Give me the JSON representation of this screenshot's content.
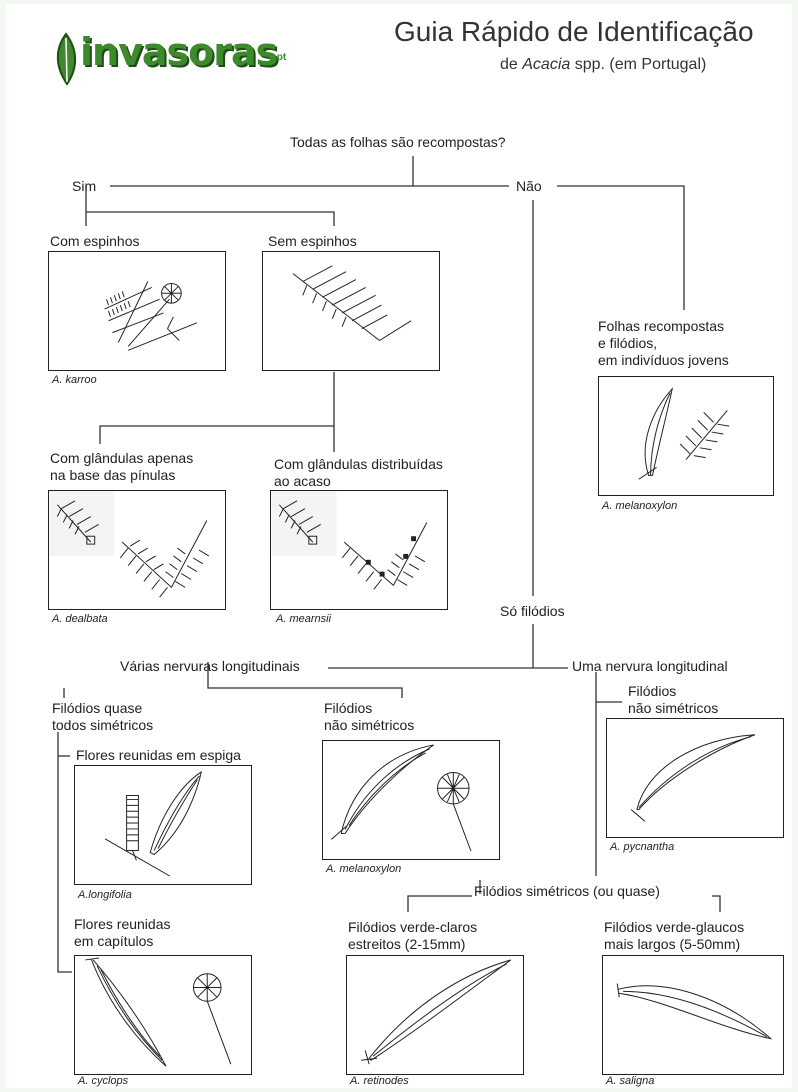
{
  "header": {
    "logo_text": "invasoras",
    "logo_suffix": ".pt",
    "title": "Guia Rápido de Identificação",
    "subtitle_prefix": "de ",
    "subtitle_genus": "Acacia",
    "subtitle_suffix": " spp. (em Portugal)"
  },
  "nodes": {
    "root": "Todas as folhas são recompostas?",
    "sim": "Sim",
    "nao": "Não",
    "com_espinhos": "Com espinhos",
    "sem_espinhos": "Sem espinhos",
    "folhas_recompostas": "Folhas recompostas\ne filódios,\nem indivíduos jovens",
    "glandulas_base": "Com glândulas apenas\nna base das pínulas",
    "glandulas_acaso": "Com glândulas distribuídas\nao acaso",
    "so_filodios": "Só filódios",
    "varias_nervuras": "Várias nervuras longitudinais",
    "uma_nervura": "Uma nervura longitudinal",
    "quase_simetricos": "Filódios quase\ntodos simétricos",
    "nao_simetricos_left": "Filódios\nnão simétricos",
    "nao_simetricos_right": "Filódios\nnão simétricos",
    "espiga": "Flores reunidas em espiga",
    "capitulos": "Flores reunidas\nem capítulos",
    "simetricos_quase": "Filódios simétricos (ou quase)",
    "verde_claros": "Filódios verde-claros\nestreitos (2-15mm)",
    "verde_glaucos": "Filódios verde-glaucos\nmais largos (5-50mm)"
  },
  "species": {
    "karroo": "A. karroo",
    "melanoxylon_top": "A. melanoxylon",
    "dealbata": "A. dealbata",
    "mearnsii": "A. mearnsii",
    "melanoxylon_mid": "A. melanoxylon",
    "pycnantha": "A. pycnantha",
    "longifolia": "A.longifolia",
    "cyclops": "A. cyclops",
    "retinodes": "A. retinodes",
    "saligna": "A. saligna"
  },
  "colors": {
    "logo_green": "#3d8a2d",
    "logo_shadow": "#1e4d16",
    "line": "#333333",
    "page_bg": "#f3f9f2"
  }
}
